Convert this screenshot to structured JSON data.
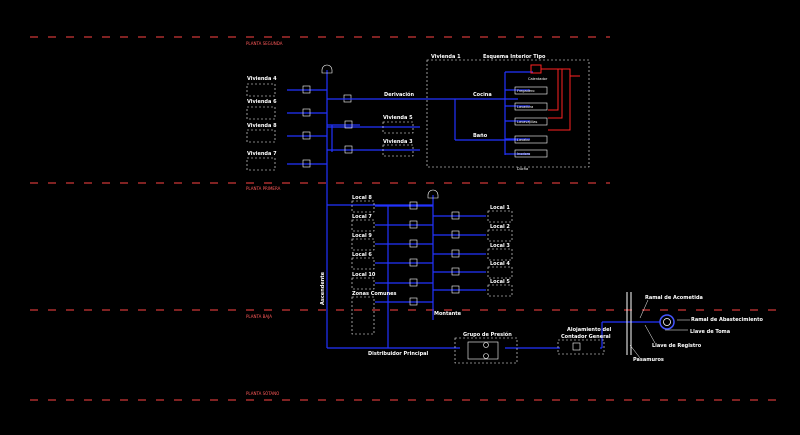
{
  "floors": [
    {
      "label": "PLANTA SEGUNDA"
    },
    {
      "label": "PLANTA PRIMERA"
    },
    {
      "label": "PLANTA BAJA"
    },
    {
      "label": "PLANTA SÓTANO"
    }
  ],
  "upper": {
    "units": [
      "Vivienda 4",
      "Vivienda 6",
      "Vivienda 8",
      "Vivienda 7"
    ],
    "riser_label": "Derivación",
    "right_units": [
      "Vivienda 5",
      "Vivienda 3"
    ]
  },
  "detail": {
    "title": "Vivienda 1",
    "subtitle": "Esquema Interior Tipo",
    "heater": "Calentador",
    "cocina": "Cocina",
    "bano": "Baño",
    "cocina_items": [
      "Fregadero",
      "Lavadora",
      "Lavavajillas"
    ],
    "bano_items": [
      "Lavabo",
      "Inodoro",
      "Ducha"
    ]
  },
  "lower": {
    "left_units": [
      "Local 8",
      "Local 7",
      "Local 9",
      "Local 6",
      "Local 10",
      "Zonas Comunes"
    ],
    "right_units": [
      "Local 1",
      "Local 2",
      "Local 3",
      "Local 4",
      "Local 5"
    ]
  },
  "main": {
    "ascendente": "Ascendente",
    "montante": "Montante",
    "distributor": "Distribuidor Principal",
    "pump_group": "Grupo de Presión",
    "meter_line1": "Alojamiento del",
    "meter_line2": "Contador General",
    "acometida": "Ramal de Acometida",
    "abastecimiento": "Ramal de Abastecimiento",
    "toma": "Llave de Toma",
    "registro": "Llave de Registro",
    "pasamuros": "Pasamuros"
  }
}
